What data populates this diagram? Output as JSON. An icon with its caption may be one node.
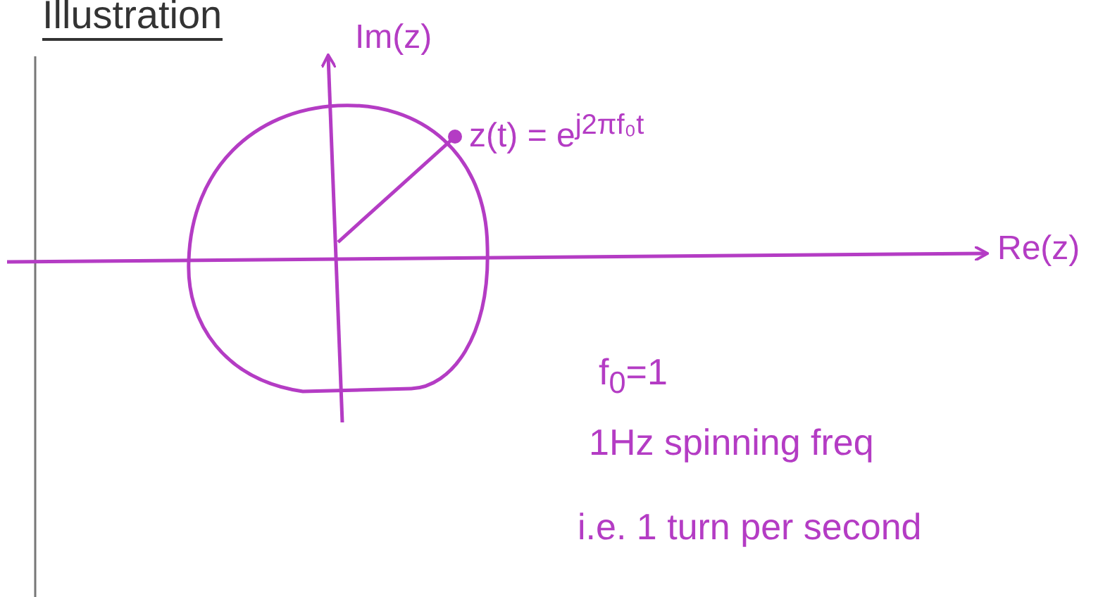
{
  "diagram": {
    "title": "Illustration",
    "labels": [
      "Im(z)",
      "z(t) = e$^{j2πf₀t}$",
      "Re(z)",
      "f$_{0}$=1",
      "1Hz spinning freq",
      "i.e. 1 turn per second"
    ]
  }
}
